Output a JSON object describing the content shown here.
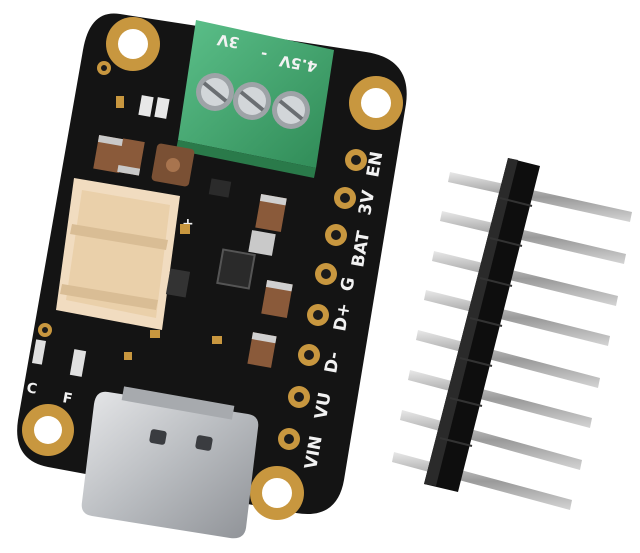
{
  "board": {
    "terminal_labels": {
      "v45": "4.5V",
      "minus": "-",
      "v3": "3V"
    },
    "pin_labels": [
      "EN",
      "3V",
      "BAT",
      "G",
      "D+",
      "D-",
      "VU",
      "VIN"
    ],
    "led_label": "C",
    "led_label_f": "F"
  },
  "colors": {
    "pcb": "#141414",
    "gold": "#c8973f",
    "terminal": "#43a46e",
    "jst": "#f1dcc0",
    "usb": "#c7c9cc",
    "header_plastic": "#0e0e0e",
    "header_pin": "#bdbdbd"
  },
  "header": {
    "pin_count": 8
  }
}
